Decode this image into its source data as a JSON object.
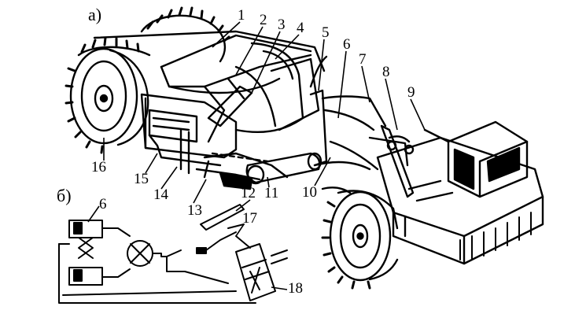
{
  "panel_labels": {
    "a": "а)",
    "b": "б)"
  },
  "callouts": [
    "1",
    "2",
    "3",
    "4",
    "5",
    "6",
    "7",
    "8",
    "9",
    "10",
    "11",
    "12",
    "13",
    "14",
    "15",
    "16",
    "6",
    "17",
    "18"
  ]
}
